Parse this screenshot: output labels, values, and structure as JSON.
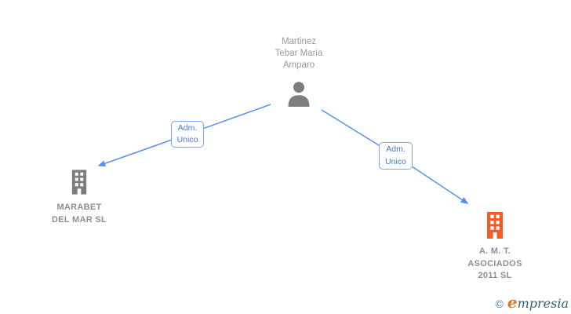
{
  "diagram": {
    "person": {
      "name": "Martinez\nTebar Maria\nAmparo",
      "icon": "person-silhouette-icon"
    },
    "edges": {
      "left": {
        "label": "Adm.\nUnico"
      },
      "right": {
        "label": "Adm.\nUnico"
      }
    },
    "companies": {
      "left": {
        "name": "MARABET\nDEL MAR SL",
        "icon": "building-icon",
        "icon_color": "#7d7d7d"
      },
      "right": {
        "name": "A. M. T.\nASOCIADOS\n2011 SL",
        "icon": "building-icon",
        "icon_color": "#f75b25"
      }
    }
  },
  "watermark": {
    "copyright_symbol": "©",
    "brand_initial": "e",
    "brand_rest": "mpresia"
  },
  "colors": {
    "edge_blue": "#5590f2",
    "edge_label_border_blue": "#7aa6f5",
    "edge_label_text_blue": "#4679d9",
    "node_gray": "#7d7d7d",
    "text_gray": "#8f8f8f",
    "company_orange": "#f75b25",
    "brand_orange": "#e8721c",
    "brand_teal": "#2f5f6e",
    "background": "#ffffff"
  }
}
